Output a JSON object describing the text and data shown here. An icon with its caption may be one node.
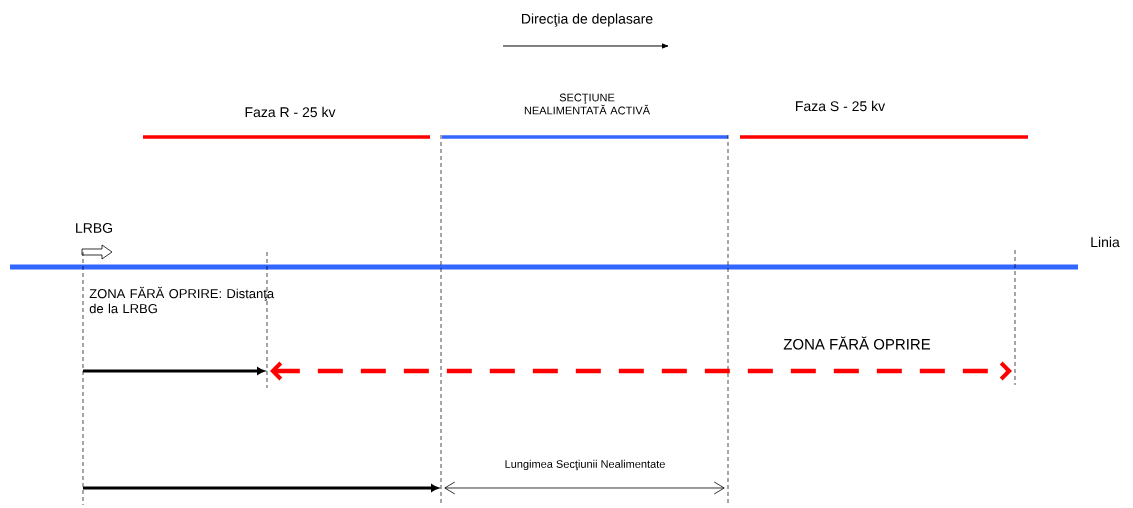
{
  "diagram": {
    "labels": [
      "Direcţia de deplasare",
      "SECŢIUNE NEALIMENTATĂ ACTIVĂ",
      "Faza R - 25 kv",
      "Faza S - 25 kv",
      "LRBG",
      "Linia",
      "ZONA FĂRĂ OPRIRE: Distanţa de la LRBG",
      "ZONA FĂRĂ OPRIRE",
      "Lungimea Secţiunii Nealimentate"
    ]
  }
}
